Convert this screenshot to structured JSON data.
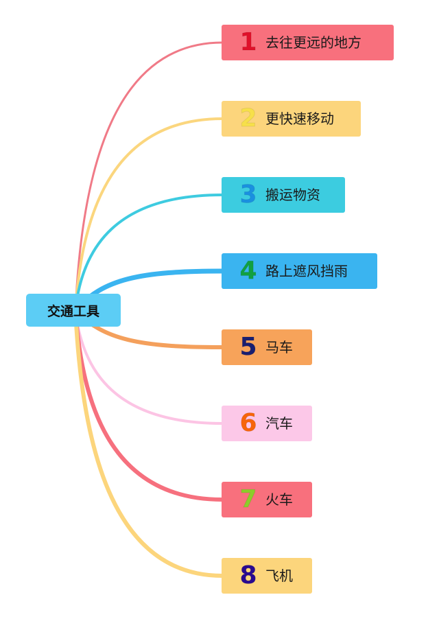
{
  "root": {
    "label": "交通工具",
    "color": "#5ccdf5"
  },
  "branches": [
    {
      "num": "1",
      "label": "去往更远的地方",
      "fill": "#f8707d",
      "numColor": "#e0102a",
      "lineColor": "#f07a87"
    },
    {
      "num": "2",
      "label": "更快速移动",
      "fill": "#fcd57c",
      "numColor": "#f7e04a",
      "lineColor": "#fbd67e"
    },
    {
      "num": "3",
      "label": "搬运物资",
      "fill": "#3ccce0",
      "numColor": "#1a90e0",
      "lineColor": "#3ecbe0"
    },
    {
      "num": "4",
      "label": "路上遮风挡雨",
      "fill": "#3ab4f0",
      "numColor": "#12a040",
      "lineColor": "#3ab4f0"
    },
    {
      "num": "5",
      "label": "马车",
      "fill": "#f7a35a",
      "numColor": "#1a1f70",
      "lineColor": "#f4a05c"
    },
    {
      "num": "6",
      "label": "汽车",
      "fill": "#fcc8e8",
      "numColor": "#f7650a",
      "lineColor": "#fcc4e4"
    },
    {
      "num": "7",
      "label": "火车",
      "fill": "#f8707d",
      "numColor": "#8ccc2a",
      "lineColor": "#f6707e"
    },
    {
      "num": "8",
      "label": "飞机",
      "fill": "#fcd57c",
      "numColor": "#2a0a90",
      "lineColor": "#fcd57c"
    }
  ]
}
